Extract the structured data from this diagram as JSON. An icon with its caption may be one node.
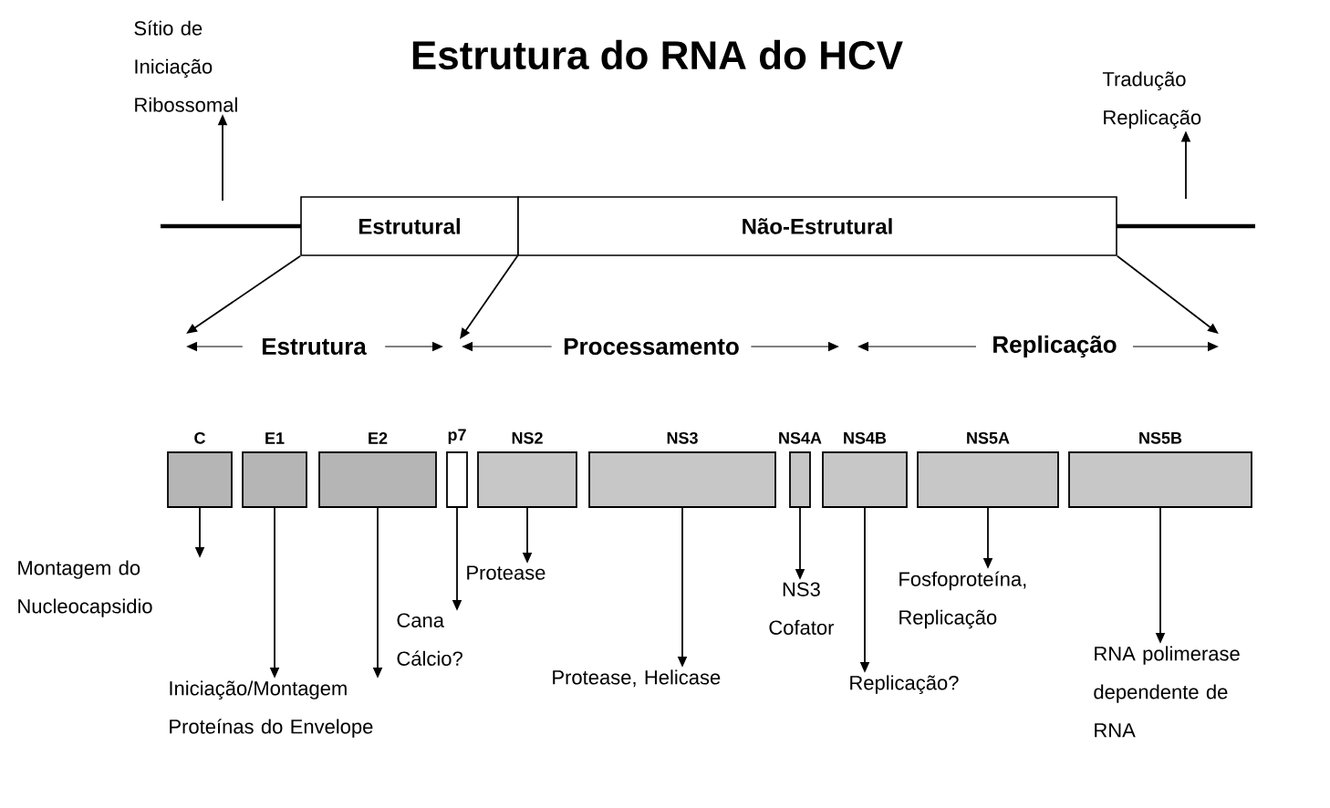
{
  "diagram": {
    "title": "Estrutura do RNA do HCV",
    "nodes": [
      {
        "text": [
          "Sítio de Iniciação Ribossomal"
        ]
      },
      {
        "text": [
          "Tradução Replicação"
        ]
      },
      {
        "text": [
          "Estrutural"
        ]
      },
      {
        "text": [
          "Não-Estrutural"
        ]
      },
      {
        "text": [
          "C"
        ]
      },
      {
        "text": [
          "E1"
        ]
      },
      {
        "text": [
          "E2"
        ]
      },
      {
        "text": [
          "p7"
        ]
      },
      {
        "text": [
          "NS2"
        ]
      },
      {
        "text": [
          "NS3"
        ]
      },
      {
        "text": [
          "NS4A"
        ]
      },
      {
        "text": [
          "NS4B"
        ]
      },
      {
        "text": [
          "NS5A"
        ]
      },
      {
        "text": [
          "NS5B"
        ]
      },
      {
        "text": [
          "Montagem do Nucleocapsidio"
        ]
      },
      {
        "text": [
          "Protease"
        ]
      },
      {
        "text": [
          "Cana Cálcio?"
        ]
      },
      {
        "text": [
          "NS3 Cofator"
        ]
      },
      {
        "text": [
          "Fosfoproteína, Replicação"
        ]
      },
      {
        "text": [
          "RNA polimerase dependente de RNA"
        ]
      },
      {
        "text": [
          "Protease, Helicase"
        ]
      },
      {
        "text": [
          "Replicação?"
        ]
      },
      {
        "text": [
          "Iniciação/Montagem Proteínas do Envelope"
        ]
      }
    ],
    "edges": [
      {
        "from": null,
        "to": 0,
        "arrow": "to"
      },
      {
        "from": null,
        "to": 1,
        "arrow": "to"
      },
      {
        "from": 2,
        "to": null,
        "arrow": "to"
      },
      {
        "from": 3,
        "to": null,
        "arrow": "to"
      },
      {
        "from": 3,
        "to": null,
        "arrow": "to"
      },
      {
        "from": 4,
        "to": 14,
        "arrow": "to"
      },
      {
        "from": 5,
        "to": 22,
        "arrow": "to"
      },
      {
        "from": 6,
        "to": 22,
        "arrow": "to"
      },
      {
        "from": 7,
        "to": 16,
        "arrow": "to"
      },
      {
        "from": 8,
        "to": 15,
        "arrow": "to"
      },
      {
        "from": 9,
        "to": 20,
        "arrow": "to"
      },
      {
        "from": 10,
        "to": 17,
        "arrow": "to"
      },
      {
        "from": 11,
        "to": 21,
        "arrow": "to"
      },
      {
        "from": 12,
        "to": 18,
        "arrow": "to"
      },
      {
        "from": 13,
        "to": 19,
        "arrow": "to"
      }
    ],
    "labels": [
      "Estrutura",
      "Processamento",
      "Replicação"
    ]
  }
}
